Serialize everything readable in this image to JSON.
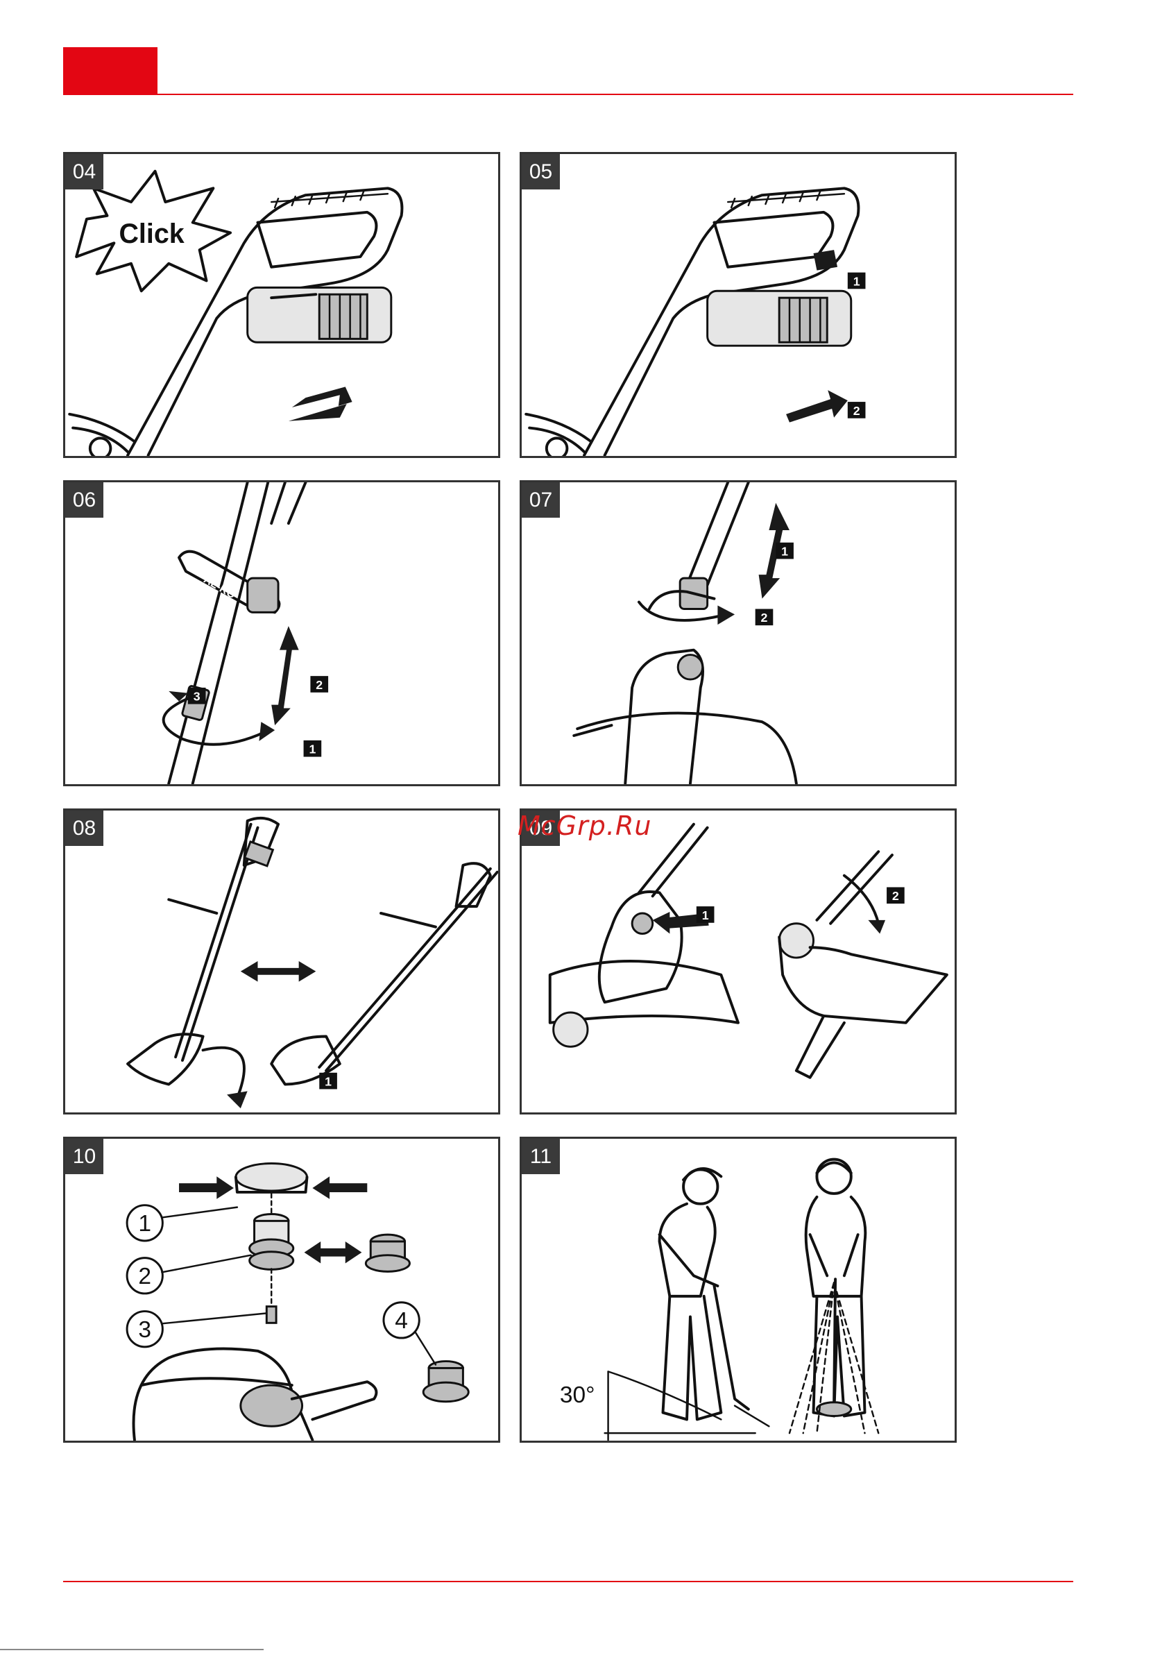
{
  "header": {
    "accent_color": "#e30613"
  },
  "panels": [
    {
      "number": "04",
      "burst_text": "Click"
    },
    {
      "number": "05",
      "steps": [
        "1",
        "2"
      ]
    },
    {
      "number": "06",
      "steps": [
        "1",
        "2",
        "3"
      ],
      "brand": "AL-KO"
    },
    {
      "number": "07",
      "steps": [
        "1",
        "2"
      ]
    },
    {
      "number": "08",
      "steps": [
        "1"
      ]
    },
    {
      "number": "09",
      "steps": [
        "1",
        "2"
      ]
    },
    {
      "number": "10",
      "callouts": [
        "1",
        "2",
        "3",
        "4"
      ]
    },
    {
      "number": "11",
      "angle_label": "30°"
    }
  ],
  "watermark": "McGrp.Ru"
}
